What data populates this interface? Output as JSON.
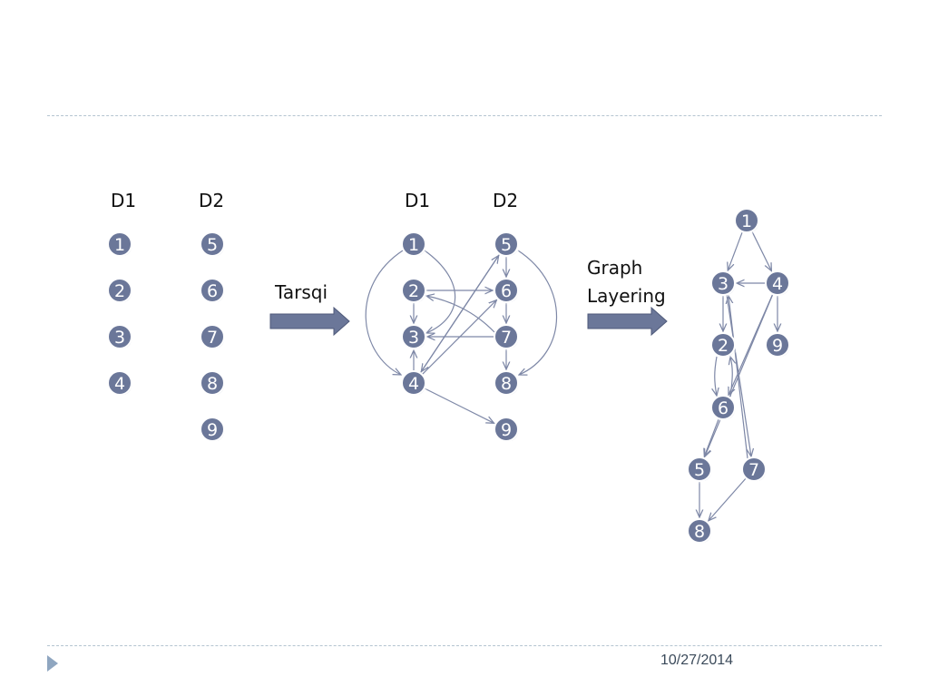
{
  "panel_left": {
    "headers": [
      "D1",
      "D2"
    ],
    "col1": [
      "1",
      "2",
      "3",
      "4"
    ],
    "col2": [
      "5",
      "6",
      "7",
      "8",
      "9"
    ]
  },
  "arrow1_label": "Tarsqi",
  "panel_mid": {
    "headers": [
      "D1",
      "D2"
    ],
    "nodes": [
      "1",
      "2",
      "3",
      "4",
      "5",
      "6",
      "7",
      "8",
      "9"
    ],
    "edges": [
      [
        "1",
        "4"
      ],
      [
        "1",
        "3"
      ],
      [
        "2",
        "6"
      ],
      [
        "2",
        "3"
      ],
      [
        "4",
        "3"
      ],
      [
        "4",
        "5"
      ],
      [
        "4",
        "6"
      ],
      [
        "4",
        "9"
      ],
      [
        "7",
        "3"
      ],
      [
        "7",
        "2"
      ],
      [
        "7",
        "8"
      ],
      [
        "5",
        "6"
      ],
      [
        "6",
        "7"
      ],
      [
        "5",
        "8"
      ],
      [
        "5",
        "4"
      ]
    ]
  },
  "arrow2_label": [
    "Graph",
    "Layering"
  ],
  "panel_right": {
    "nodes": [
      "1",
      "3",
      "4",
      "2",
      "9",
      "6",
      "5",
      "7",
      "8"
    ],
    "edges": [
      [
        "1",
        "3"
      ],
      [
        "1",
        "4"
      ],
      [
        "4",
        "3"
      ],
      [
        "4",
        "9"
      ],
      [
        "3",
        "2"
      ],
      [
        "2",
        "6"
      ],
      [
        "4",
        "6"
      ],
      [
        "4",
        "5"
      ],
      [
        "6",
        "2"
      ],
      [
        "6",
        "5"
      ],
      [
        "3",
        "7"
      ],
      [
        "7",
        "3"
      ],
      [
        "5",
        "8"
      ],
      [
        "7",
        "8"
      ]
    ]
  },
  "footer": {
    "date": "10/27/2014",
    "marker_icon": "triangle-right-icon"
  },
  "colors": {
    "node_fill": "#6b7799",
    "edge": "#7d87a6",
    "arrow_fill": "#6b7799",
    "rule": "#b4c4d0",
    "marker": "#8fa6c0"
  }
}
